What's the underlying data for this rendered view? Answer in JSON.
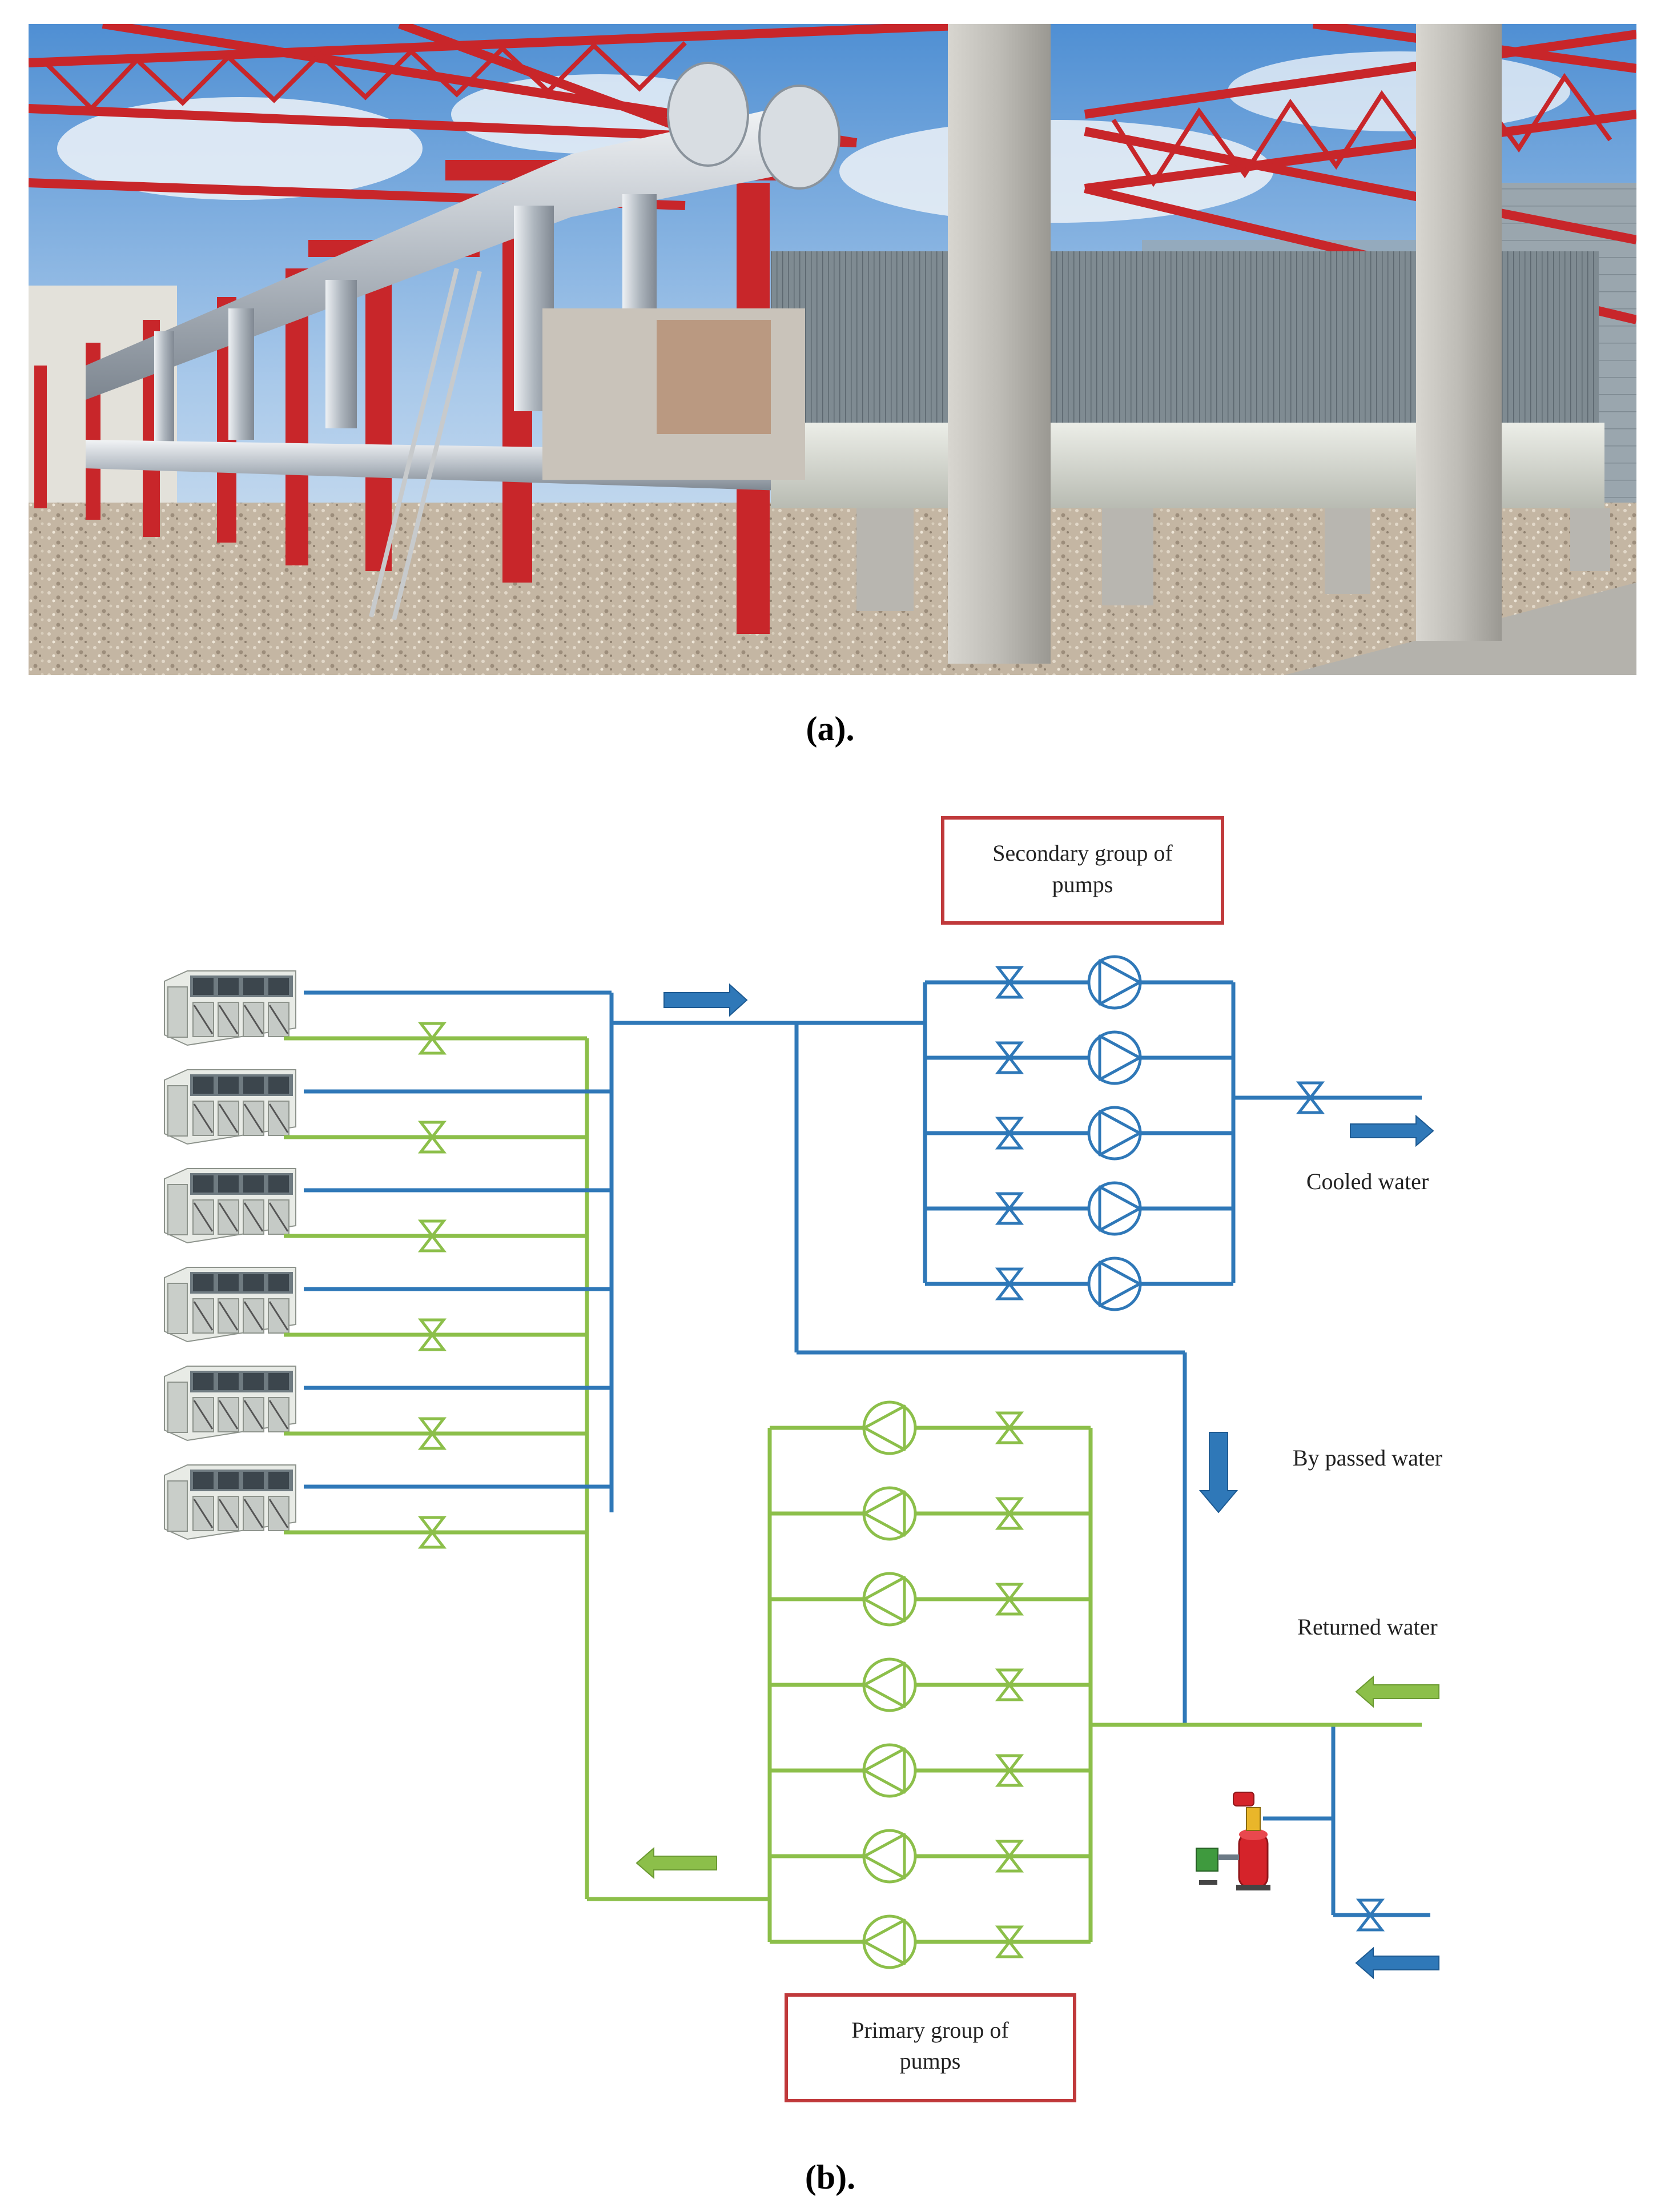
{
  "panel_a": {
    "caption": "(a)."
  },
  "panel_b": {
    "caption": "(b).",
    "secondary_box": {
      "line1": "Secondary group of",
      "line2": "pumps"
    },
    "primary_box": {
      "line1": "Primary group of",
      "line2": "pumps"
    },
    "labels": {
      "cooled_water": "Cooled water",
      "bypassed_water": "By passed water",
      "returned_water": "Returned water"
    },
    "chiller_count": 6,
    "secondary_pump_count": 5,
    "primary_pump_count": 7
  },
  "colors": {
    "supply_blue": "#2f78b8",
    "return_green": "#8cbf4a",
    "box_red": "#c0393b",
    "steel_red": "#c8262a",
    "sky": "#5d97d6"
  }
}
